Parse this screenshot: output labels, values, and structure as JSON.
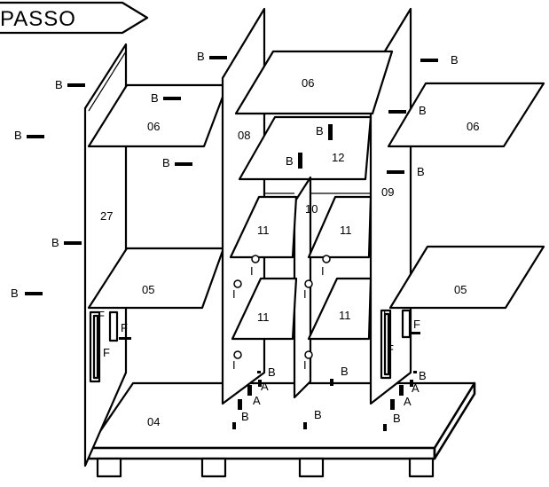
{
  "step_banner": {
    "text": "PASSO"
  },
  "panels": {
    "base": "04",
    "left_shelf_top": "06",
    "left_shelf_mid": "05",
    "left_side": "27",
    "center_top": "06",
    "center_left_side": "08",
    "center_upper": "12",
    "center_divider": "10",
    "center_right_side": "09",
    "shelf_upper_left": "11",
    "shelf_upper_right": "11",
    "shelf_lower_left": "11",
    "shelf_lower_right": "11",
    "right_shelf_top": "06",
    "right_shelf_mid": "05"
  },
  "hardware": {
    "screw": "B",
    "pin": "A",
    "hinge": "F",
    "cam": "I"
  },
  "colors": {
    "line": "#000000",
    "fill": "#ffffff"
  }
}
